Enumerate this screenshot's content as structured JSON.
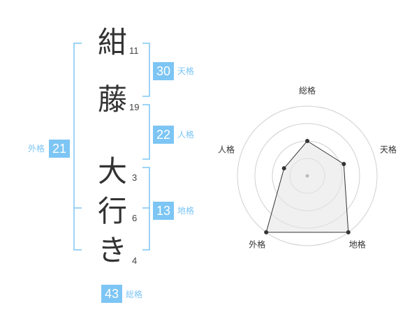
{
  "name": {
    "chars": [
      {
        "char": "紺",
        "strokes": "11"
      },
      {
        "char": "藤",
        "strokes": "19"
      },
      {
        "char": "大",
        "strokes": "3"
      },
      {
        "char": "行",
        "strokes": "6"
      },
      {
        "char": "き",
        "strokes": "4"
      }
    ]
  },
  "kaku": {
    "tenkaku": {
      "value": "30",
      "label": "天格"
    },
    "jinkaku": {
      "value": "22",
      "label": "人格"
    },
    "chikaku": {
      "value": "13",
      "label": "地格"
    },
    "gaikaku": {
      "value": "21",
      "label": "外格"
    },
    "soukaku": {
      "value": "43",
      "label": "総格"
    }
  },
  "radar": {
    "axes": [
      "総格",
      "天格",
      "地格",
      "外格",
      "人格"
    ],
    "values": [
      0.5,
      0.55,
      1.0,
      1.0,
      0.35
    ],
    "max": 1.0,
    "rings": 4
  },
  "colors": {
    "accent": "#7cc5f4",
    "text": "#333333",
    "radar_fill": "#e6e6e6",
    "radar_line": "#333333",
    "ring": "#d0d0d0"
  }
}
